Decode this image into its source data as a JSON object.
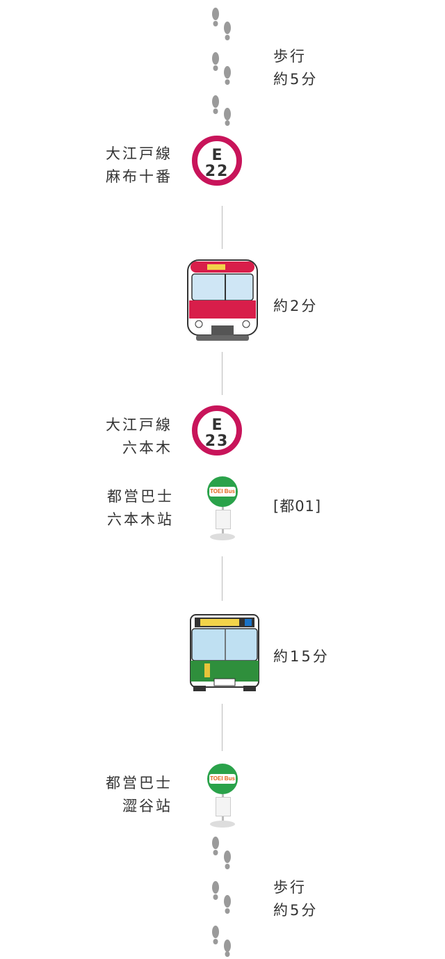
{
  "segments": [
    {
      "kind": "walk",
      "duration_line1": "歩行",
      "duration_line2": "約5分"
    },
    {
      "kind": "station",
      "line": "大江戸線",
      "name": "麻布十番",
      "code_letter": "E",
      "code_number": "22",
      "color": "#c8145a"
    },
    {
      "kind": "train",
      "duration": "約2分"
    },
    {
      "kind": "station",
      "line": "大江戸線",
      "name": "六本木",
      "code_letter": "E",
      "code_number": "23",
      "color": "#c8145a"
    },
    {
      "kind": "busstop",
      "line": "都営巴士",
      "name": "六本木站",
      "route": "[都01]",
      "sign_text": "TOEI Bus"
    },
    {
      "kind": "bus",
      "duration": "約15分"
    },
    {
      "kind": "busstop",
      "line": "都営巴士",
      "name": "澀谷站",
      "sign_text": "TOEI Bus"
    },
    {
      "kind": "walk",
      "duration_line1": "歩行",
      "duration_line2": "約5分"
    }
  ]
}
